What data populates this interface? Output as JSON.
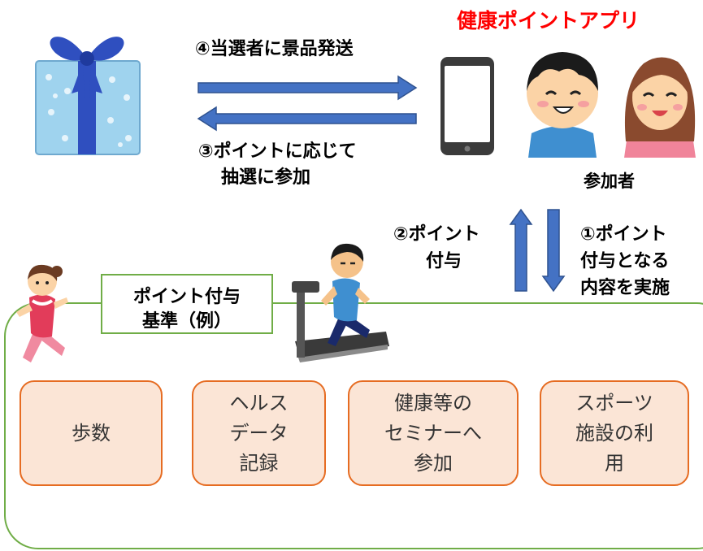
{
  "app_title": "健康ポイントアプリ",
  "participants_label": "参加者",
  "flows": {
    "step1": [
      "①ポイント",
      "付与となる",
      "内容を実施"
    ],
    "step2": [
      "②ポイント",
      "付与"
    ],
    "step3": [
      "③ポイントに応じて",
      "抽選に参加"
    ],
    "step4": "④当選者に景品発送"
  },
  "criteria": {
    "title": [
      "ポイント付与",
      "基準（例）"
    ],
    "items": [
      [
        "歩数"
      ],
      [
        "ヘルス",
        "データ",
        "記録"
      ],
      [
        "健康等の",
        "セミナーへ",
        "参加"
      ],
      [
        "スポーツ",
        "施設の利",
        "用"
      ]
    ]
  },
  "colors": {
    "accent_red": "#ff0000",
    "arrow_blue": "#4472c4",
    "arrow_border": "#2f528f",
    "panel_green": "#70ad47",
    "box_fill": "#fbe5d6",
    "box_border": "#e66c22"
  },
  "icons": [
    "gift-box-icon",
    "smartphone-icon",
    "boy-icon",
    "woman-icon",
    "running-girl-icon",
    "treadmill-runner-icon"
  ]
}
